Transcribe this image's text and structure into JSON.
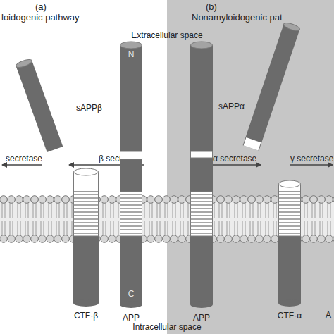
{
  "diagram": {
    "nodes": [
      {
        "text": [
          "sAPPβ"
        ]
      },
      {
        "text": [
          "CTF-β"
        ]
      },
      {
        "text": [
          "N",
          "C",
          "APP"
        ]
      },
      {
        "text": [
          "APP"
        ]
      },
      {
        "text": [
          "sAPPα"
        ]
      },
      {
        "text": [
          "CTF-α"
        ]
      }
    ],
    "labels": [
      "(a)",
      "loidogenic pathway",
      "(b)",
      "Nonamyloidogenic pat",
      "Extracellular space",
      "Intracellular space",
      "secretase",
      "β secretase",
      "α secretase",
      "γ secretase",
      "A"
    ]
  }
}
